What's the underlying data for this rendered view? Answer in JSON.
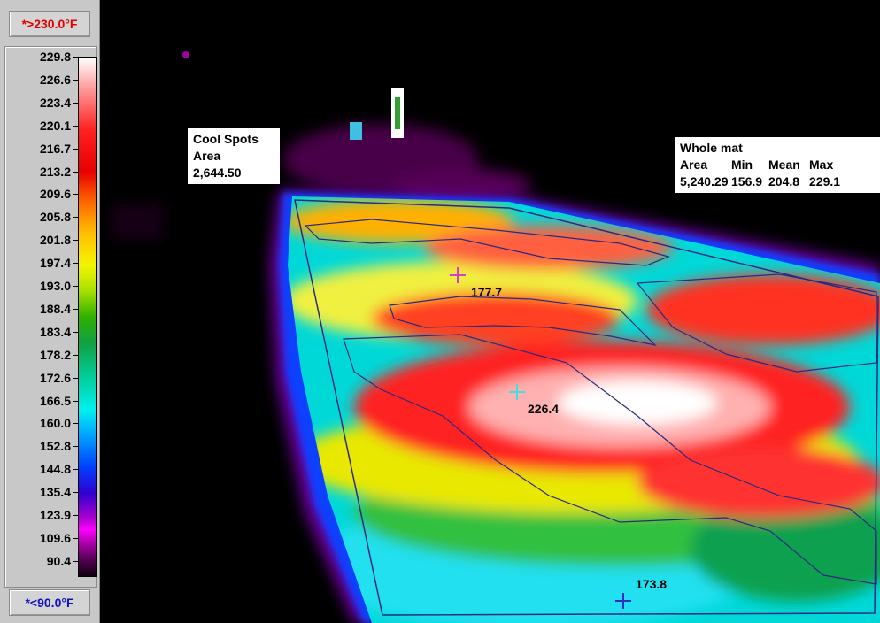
{
  "colors": {
    "max_label": "#e00000",
    "min_label": "#1010c0"
  },
  "range": {
    "max_label": "*>230.0°F",
    "min_label": "*<90.0°F"
  },
  "scale_ticks": [
    "229.8",
    "226.6",
    "223.4",
    "220.1",
    "216.7",
    "213.2",
    "209.6",
    "205.8",
    "201.8",
    "197.4",
    "193.0",
    "188.4",
    "183.4",
    "178.2",
    "172.6",
    "166.5",
    "160.0",
    "152.8",
    "144.8",
    "135.4",
    "123.9",
    "109.6",
    "90.4"
  ],
  "cool_spots": {
    "title": "Cool Spots",
    "area_label": "Area",
    "area_value": "2,644.50"
  },
  "whole_mat": {
    "title": "Whole mat",
    "headers": [
      "Area",
      "Min",
      "Mean",
      "Max"
    ],
    "values": [
      "5,240.29",
      "156.9",
      "204.8",
      "229.1"
    ]
  },
  "spots": [
    {
      "value": "177.7",
      "marker_color": "#d040d0"
    },
    {
      "value": "226.4",
      "marker_color": "#40e0e0"
    },
    {
      "value": "173.8",
      "marker_color": "#3030c0"
    }
  ]
}
